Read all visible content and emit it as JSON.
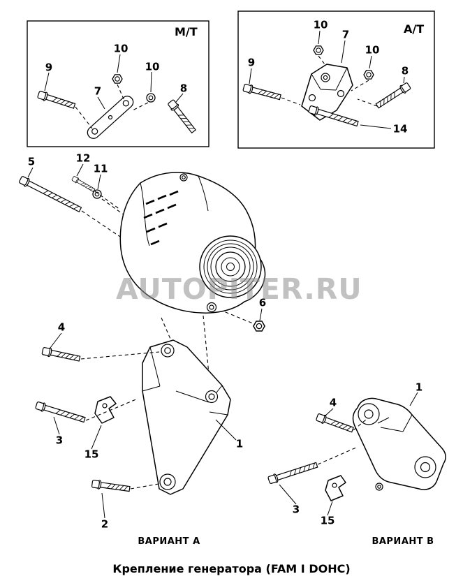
{
  "caption": "Крепление генератора (FAM I DOHC)",
  "watermark": "AUTOPITER.RU",
  "colors": {
    "line": "#000000",
    "watermark": "#8f8f8f"
  },
  "inset_mt": {
    "label": "M/T",
    "callouts": {
      "n9": "9",
      "n10a": "10",
      "n7": "7",
      "n10b": "10",
      "n8": "8"
    }
  },
  "inset_at": {
    "label": "A/T",
    "callouts": {
      "n10a": "10",
      "n7": "7",
      "n9": "9",
      "n10b": "10",
      "n8": "8",
      "n14": "14"
    }
  },
  "main_assembly": {
    "callouts": {
      "n5": "5",
      "n12": "12",
      "n11": "11",
      "n6": "6"
    }
  },
  "variant_a": {
    "label": "ВАРИАНТ А",
    "callouts": {
      "n4": "4",
      "n3": "3",
      "n15": "15",
      "n1": "1",
      "n2": "2"
    }
  },
  "variant_b": {
    "label": "ВАРИАНТ B",
    "callouts": {
      "n1": "1",
      "n4": "4",
      "n3": "3",
      "n15": "15"
    }
  }
}
